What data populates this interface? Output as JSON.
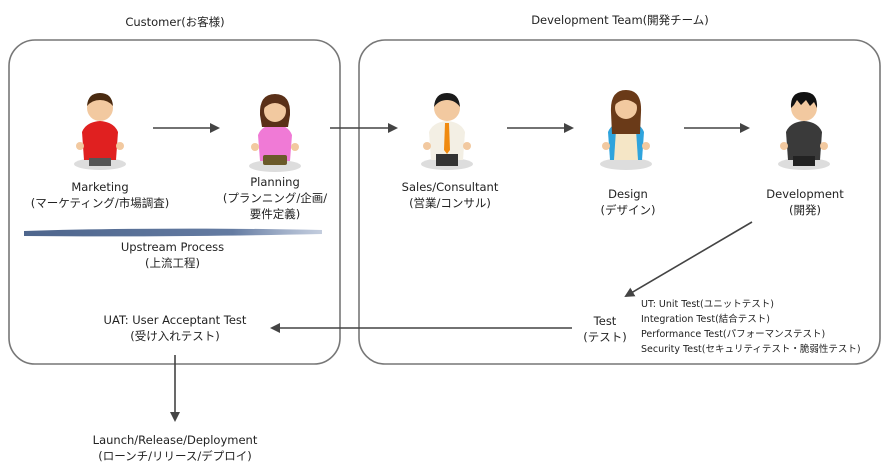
{
  "customer": {
    "title": "Customer(お客様)"
  },
  "dev_team": {
    "title": "Development Team(開発チーム)"
  },
  "roles": {
    "marketing": {
      "name": "Marketing",
      "sub": "(マーケティング/市場調査)"
    },
    "planning": {
      "name": "Planning",
      "sub1": "(プランニング/企画/",
      "sub2": "要件定義)"
    },
    "sales": {
      "name": "Sales/Consultant",
      "sub": "(営業/コンサル)"
    },
    "design": {
      "name": "Design",
      "sub": "(デザイン)"
    },
    "development": {
      "name": "Development",
      "sub": "(開発)"
    }
  },
  "upstream": {
    "name": "Upstream Process",
    "sub": "(上流工程)"
  },
  "test": {
    "name": "Test",
    "sub": "(テスト)",
    "types": [
      "UT: Unit Test(ユニットテスト)",
      "Integration Test(結合テスト)",
      "Performance Test(パフォーマンステスト)",
      "Security Test(セキュリティテスト・脆弱性テスト)"
    ]
  },
  "uat": {
    "name": "UAT: User Acceptant Test",
    "sub": "(受け入れテスト)"
  },
  "launch": {
    "name": "Launch/Release/Deployment",
    "sub": "(ローンチ/リリース/デプロイ)"
  }
}
